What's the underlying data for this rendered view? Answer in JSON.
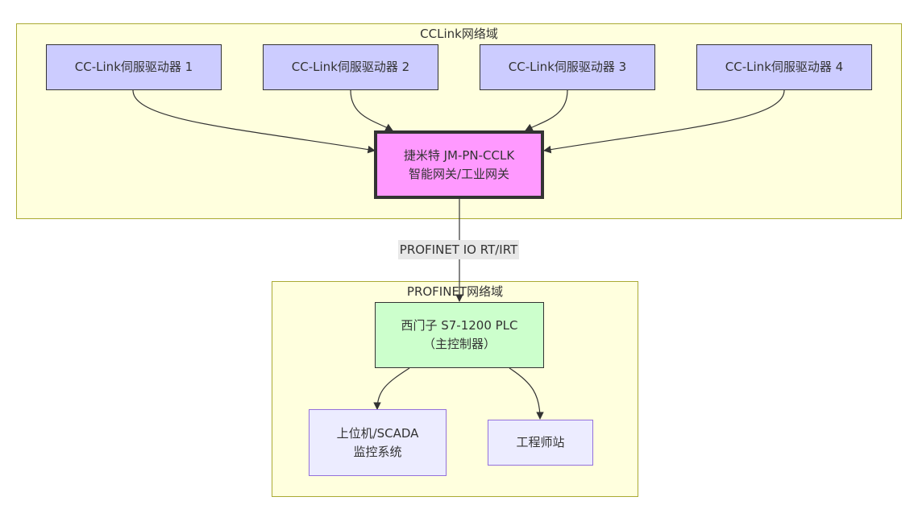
{
  "clusters": {
    "cclink": {
      "title": "CCLink网络域"
    },
    "profinet": {
      "title": "PROFINET网络域"
    }
  },
  "nodes": {
    "servo1": {
      "label": "CC-Link伺服驱动器 1"
    },
    "servo2": {
      "label": "CC-Link伺服驱动器 2"
    },
    "servo3": {
      "label": "CC-Link伺服驱动器 3"
    },
    "servo4": {
      "label": "CC-Link伺服驱动器 4"
    },
    "gateway": {
      "line1": "捷米特 JM-PN-CCLK",
      "line2": "智能网关/工业网关"
    },
    "plc": {
      "line1": "西门子 S7-1200 PLC",
      "line2": "（主控制器）"
    },
    "scada": {
      "line1": "上位机/SCADA",
      "line2": "监控系统"
    },
    "engineer": {
      "label": "工程师站"
    }
  },
  "edges": {
    "gateway_plc_label": "PROFINET IO RT/IRT"
  },
  "colors": {
    "cluster_fill": "#ffffde",
    "cluster_border": "#aaaa33",
    "servo_fill": "#ccccff",
    "gateway_fill": "#ff99ff",
    "plc_fill": "#ccffcc",
    "station_fill": "#ececff",
    "station_border": "#9370db",
    "edge": "#333333"
  }
}
